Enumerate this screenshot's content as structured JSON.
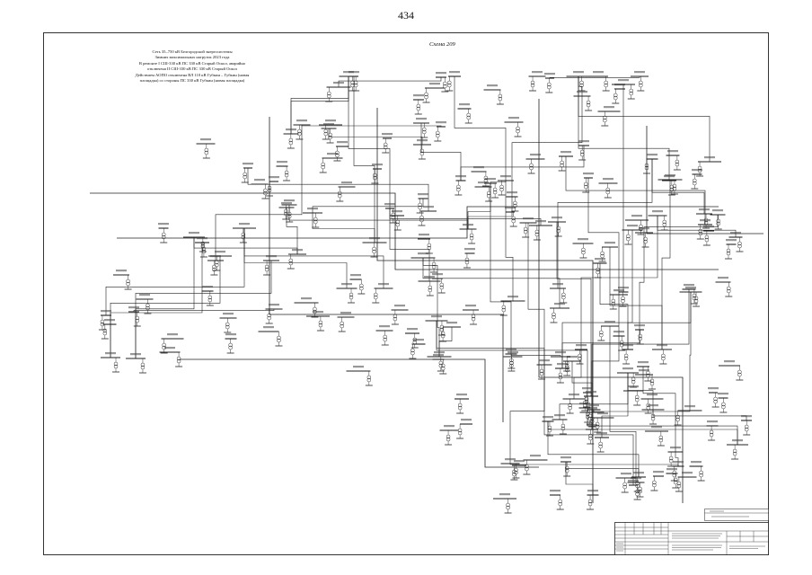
{
  "page": {
    "number": "434"
  },
  "scheme": {
    "title": "Схема 209",
    "caption_lines": [
      "Сеть 35–750 кВ Белгородской энергосистемы",
      "Зимних максимальных нагрузок 2023 года",
      "В ремонте I СШ-330 кВ ПС 330 кВ Старый Оскол, аварийно",
      "отключена II СШ-330 кВ ПС 330 кВ Старый Оскол",
      "Действием АОПО отключена ВЛ 110 кВ Губкин – Губкин (новая",
      "площадка) со стороны ПС 330 кВ Губкин (новая площадка)"
    ]
  }
}
